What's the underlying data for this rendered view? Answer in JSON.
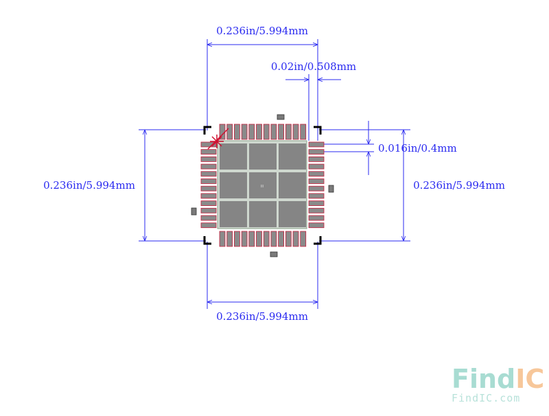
{
  "dimensions": {
    "top_width": "0.236in/5.994mm",
    "pitch": "0.02in/0.508mm",
    "pad_width": "0.016in/0.4mm",
    "left_height": "0.236in/5.994mm",
    "right_height": "0.236in/5.994mm",
    "bottom_width": "0.236in/5.994mm"
  },
  "center_label": "III",
  "logo": {
    "main_left": "Find",
    "main_right": "IC",
    "sub": "FindIC.com"
  },
  "colors": {
    "dimension": "#2a2af0",
    "pad_outline": "#c81e3c",
    "pad_fill": "#8a8a8a",
    "pin1": "#d01030",
    "courtyard": "#000000",
    "logo_teal": "#a8dcd2",
    "logo_orange": "#f7c79a"
  }
}
